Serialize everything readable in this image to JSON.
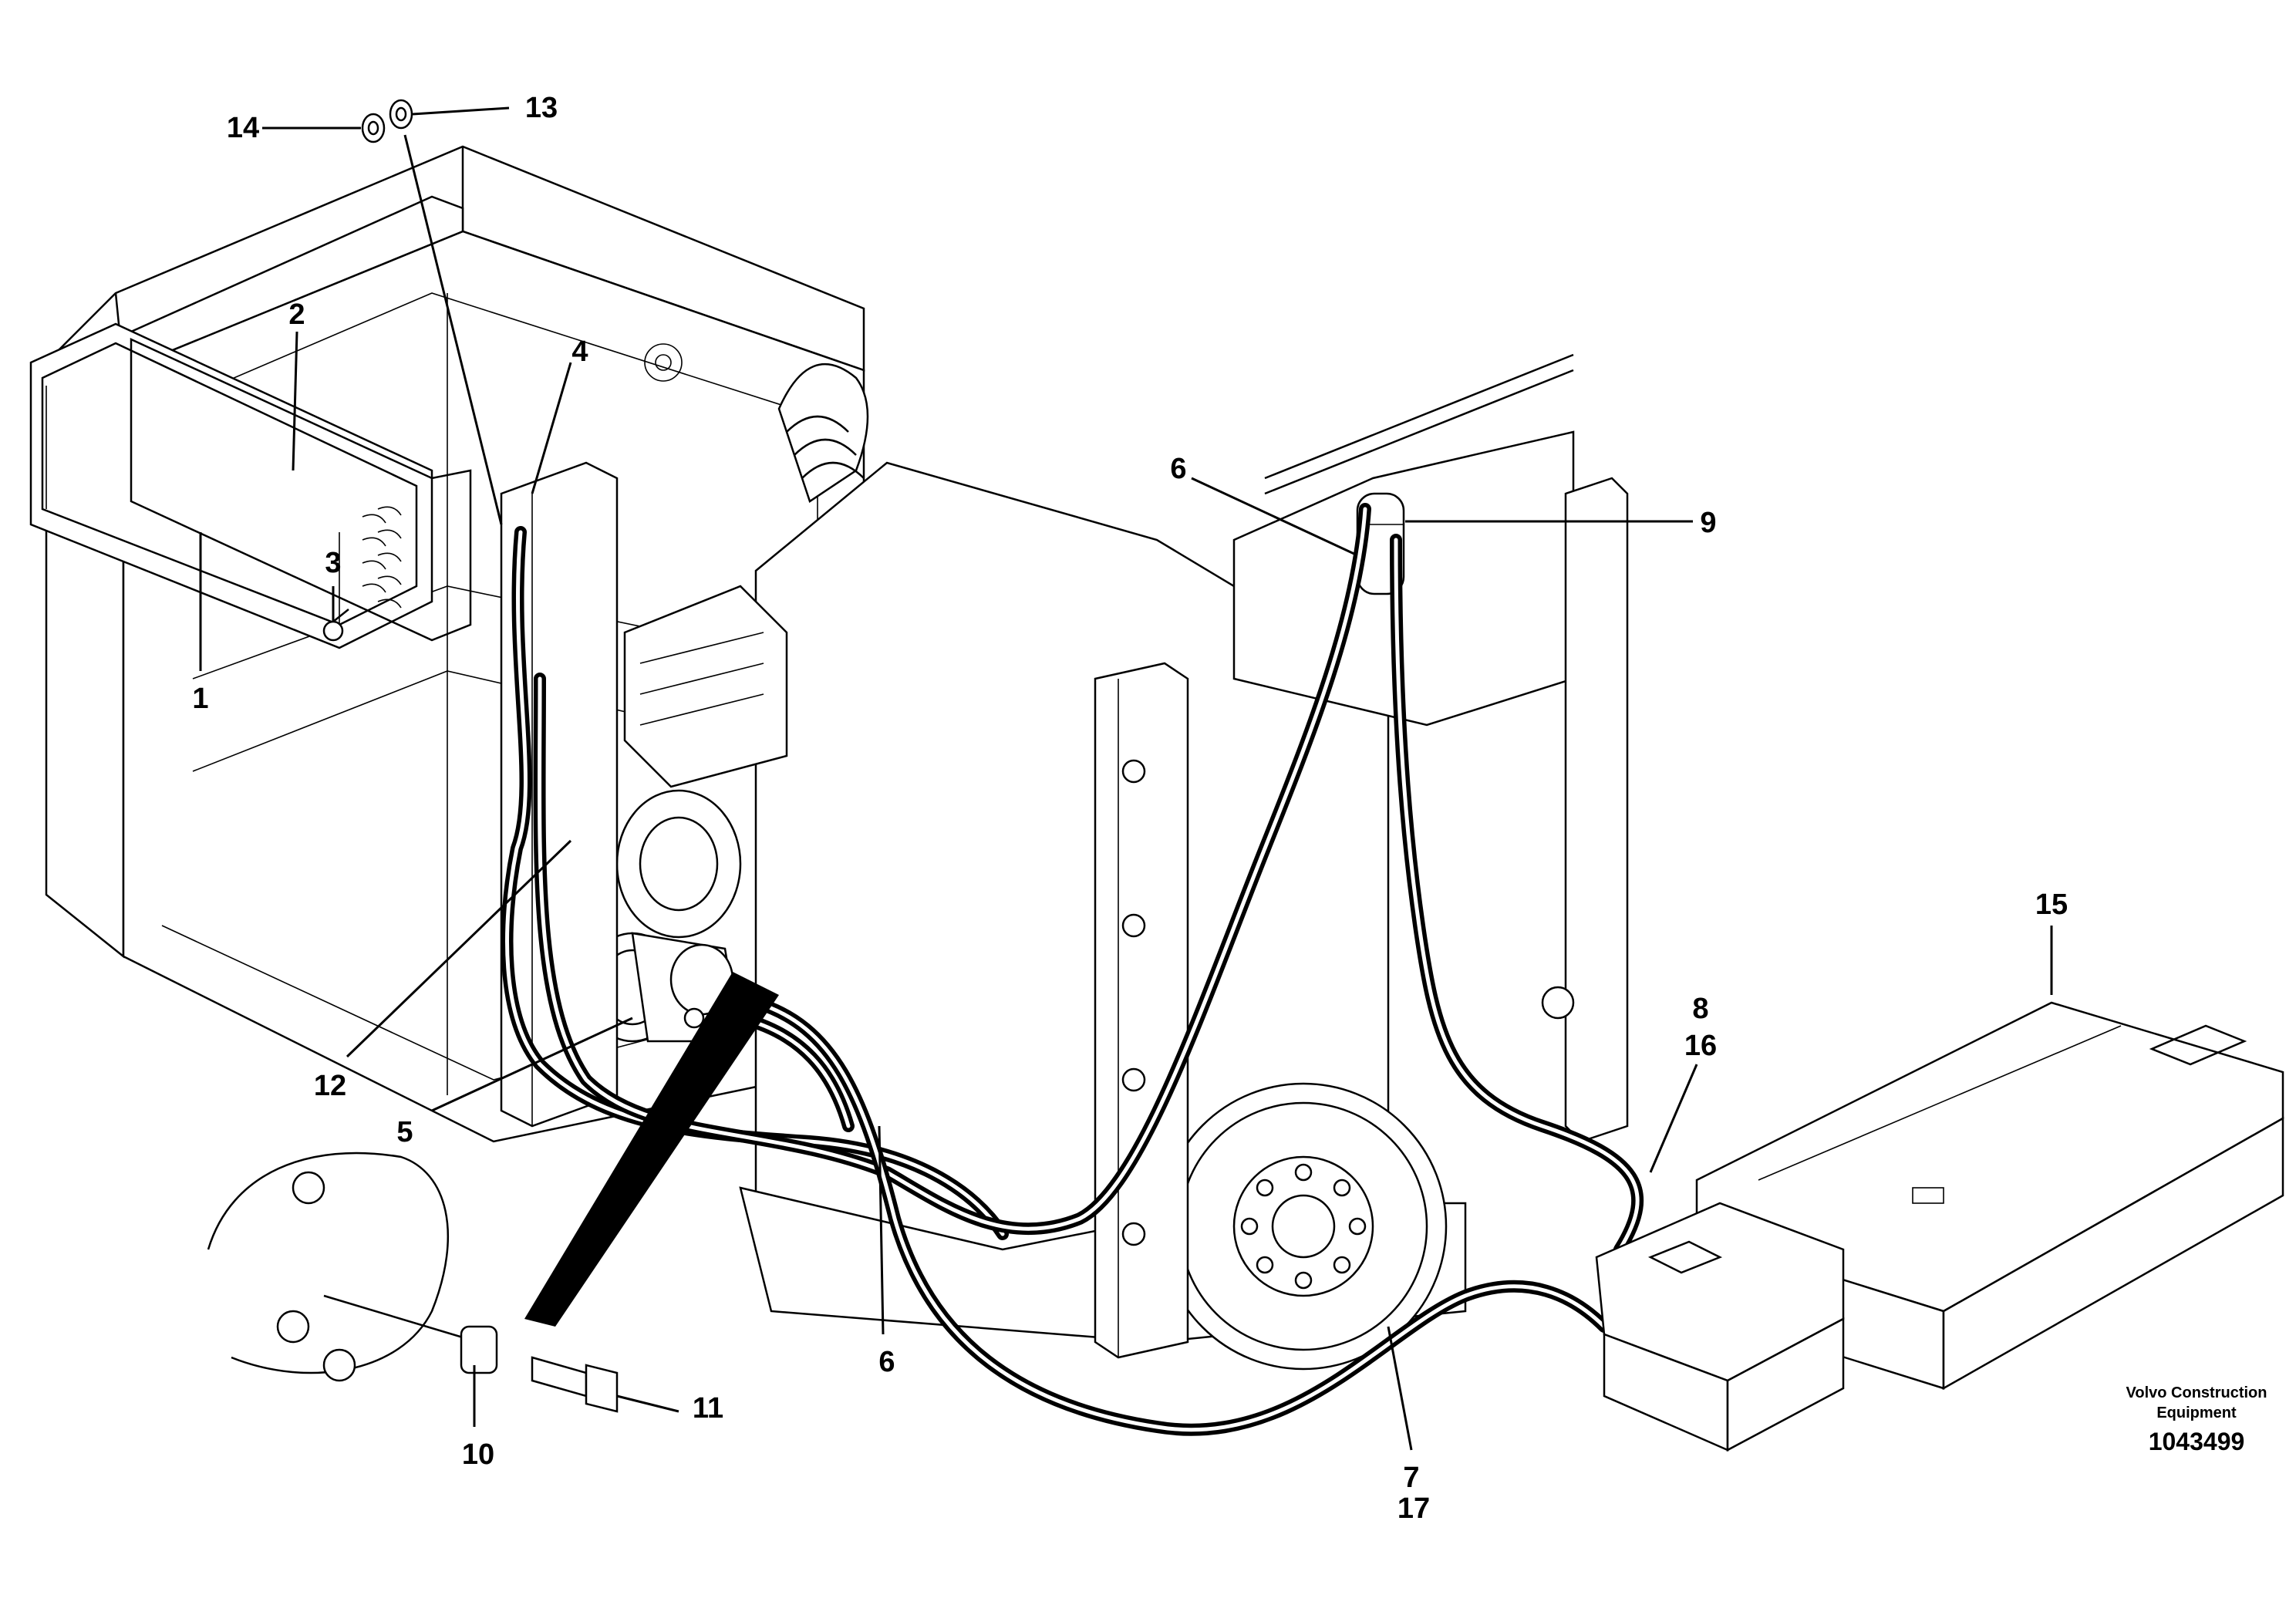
{
  "callouts": [
    "1",
    "2",
    "3",
    "4",
    "5",
    "6",
    "6",
    "7",
    "17",
    "8",
    "16",
    "9",
    "10",
    "11",
    "12",
    "13",
    "14",
    "15"
  ],
  "caption": {
    "company_line1": "Volvo Construction",
    "company_line2": "Equipment",
    "part_number": "1043499"
  }
}
